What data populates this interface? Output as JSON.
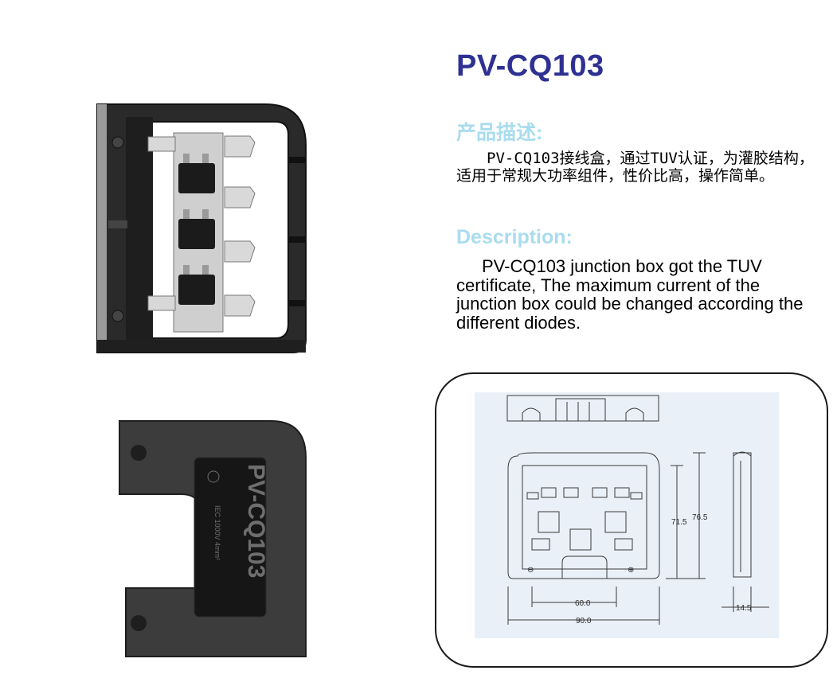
{
  "product": {
    "model": "PV-CQ103"
  },
  "description_cn": {
    "heading": "产品描述:",
    "body": "PV-CQ103接线盒，通过TUV认证，为灌胶结构，适用于常规大功率组件，性价比高，操作简单。"
  },
  "description_en": {
    "heading": "Description:",
    "body": "PV-CQ103 junction box got the TUV certificate, The maximum current of the junction box could be changed according the different diodes."
  },
  "lid_label": {
    "model": "PV-CQ103",
    "small_text": "IEC 1000V 4mm²"
  },
  "drawing": {
    "dimensions": {
      "inner_width": "60.0",
      "outer_width": "90.0",
      "inner_height": "71.5",
      "outer_height": "76.5",
      "depth": "14.5"
    },
    "symbols": {
      "minus": "⊖",
      "plus": "⊕"
    }
  },
  "colors": {
    "title": "#2e3192",
    "heading": "#a9dcee",
    "drawing_background": "#e9f0f8"
  }
}
